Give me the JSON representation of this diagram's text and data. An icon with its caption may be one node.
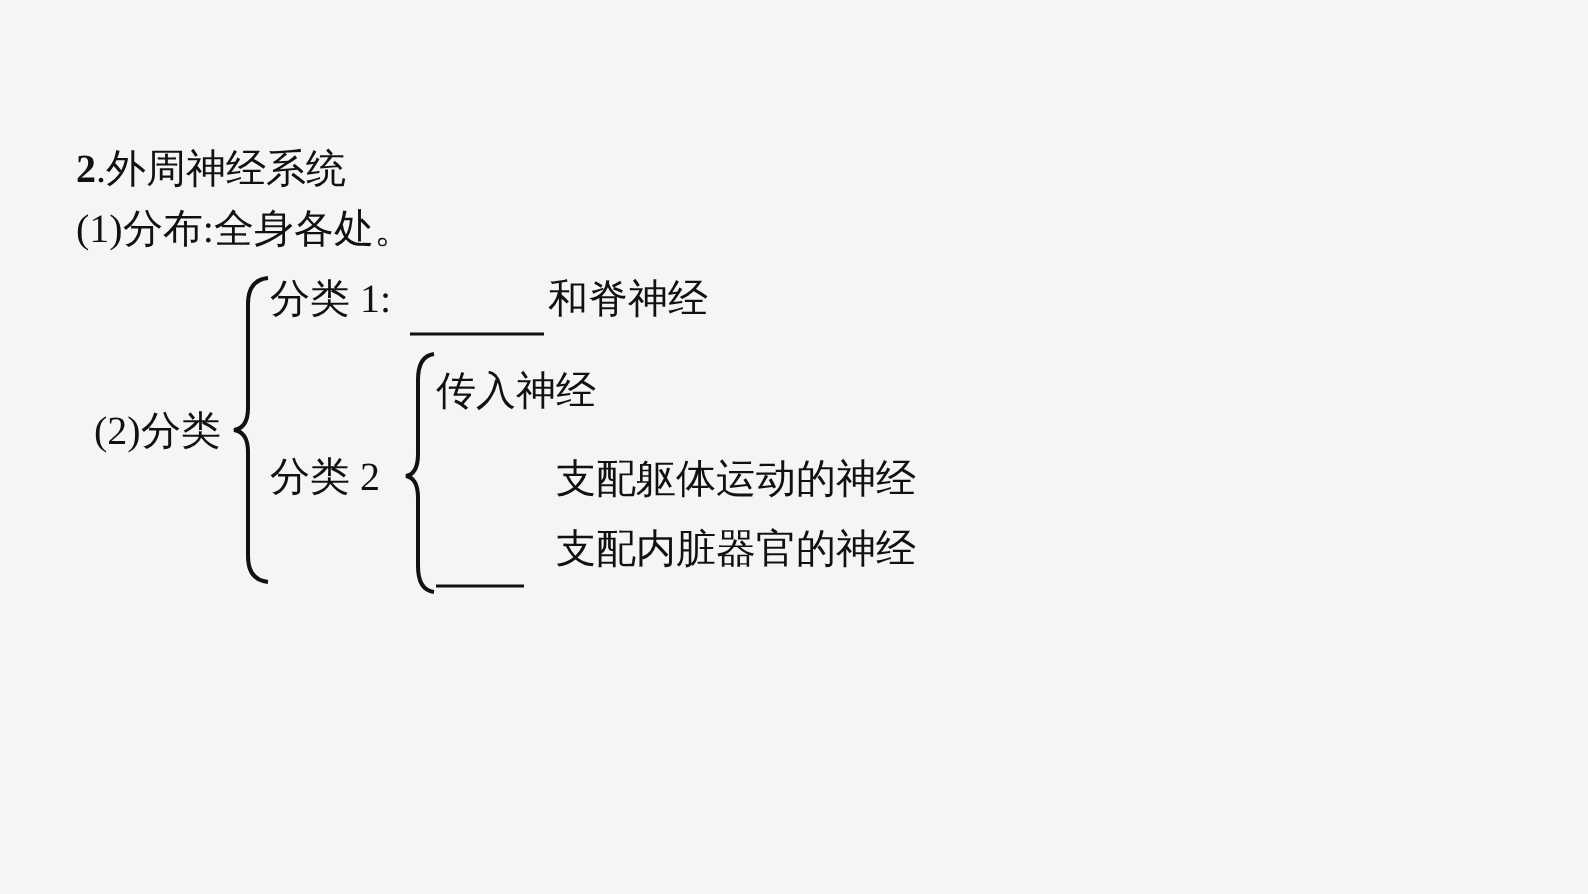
{
  "diagram": {
    "title": "**2**.外周神经系统",
    "labels": [
      "(1)分布:全身各处。",
      "(2)分类",
      "分类 1:",
      "和脊神经",
      "传入神经",
      "分类 2",
      "支配躯体运动的神经",
      "支配内脏器官的神经"
    ]
  }
}
